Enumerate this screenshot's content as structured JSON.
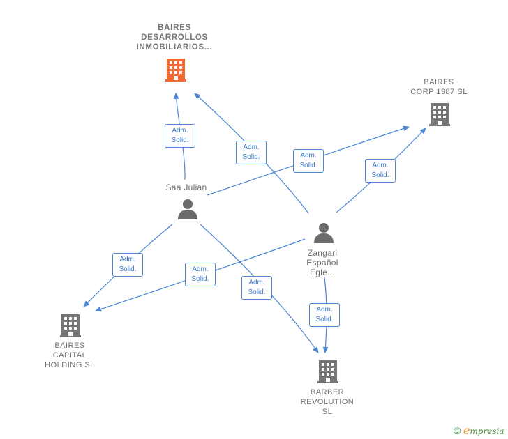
{
  "colors": {
    "edge": "#4a86d4",
    "company_highlight": "#f26b35",
    "company": "#757575",
    "person": "#6b6b6b",
    "label_text": "#3a78c6"
  },
  "nodes": {
    "baires_desarrollos": {
      "lines": [
        "BAIRES",
        "DESARROLLOS",
        "INMOBILIARIOS..."
      ],
      "icon": "building-icon"
    },
    "baires_corp": {
      "lines": [
        "BAIRES",
        "CORP 1987  SL"
      ],
      "icon": "building-icon"
    },
    "baires_capital": {
      "lines": [
        "BAIRES",
        "CAPITAL",
        "HOLDING  SL"
      ],
      "icon": "building-icon"
    },
    "barber_revolution": {
      "lines": [
        "BARBER",
        "REVOLUTION",
        "SL"
      ],
      "icon": "building-icon"
    },
    "saa_julian": {
      "lines": [
        "Saa Julian"
      ],
      "icon": "person-icon"
    },
    "zangari": {
      "lines": [
        "Zangari",
        "Español",
        "Egle..."
      ],
      "icon": "person-icon"
    }
  },
  "edge_labels": [
    {
      "line1": "Adm.",
      "line2": "Solid."
    },
    {
      "line1": "Adm.",
      "line2": "Solid."
    },
    {
      "line1": "Adm.",
      "line2": "Solid."
    },
    {
      "line1": "Adm.",
      "line2": "Solid."
    },
    {
      "line1": "Adm.",
      "line2": "Solid."
    },
    {
      "line1": "Adm.",
      "line2": "Solid."
    },
    {
      "line1": "Adm.",
      "line2": "Solid."
    },
    {
      "line1": "Adm.",
      "line2": "Solid."
    }
  ],
  "footer": {
    "copyright": "©",
    "brand_initial": "e",
    "brand_rest": "mpresia"
  }
}
